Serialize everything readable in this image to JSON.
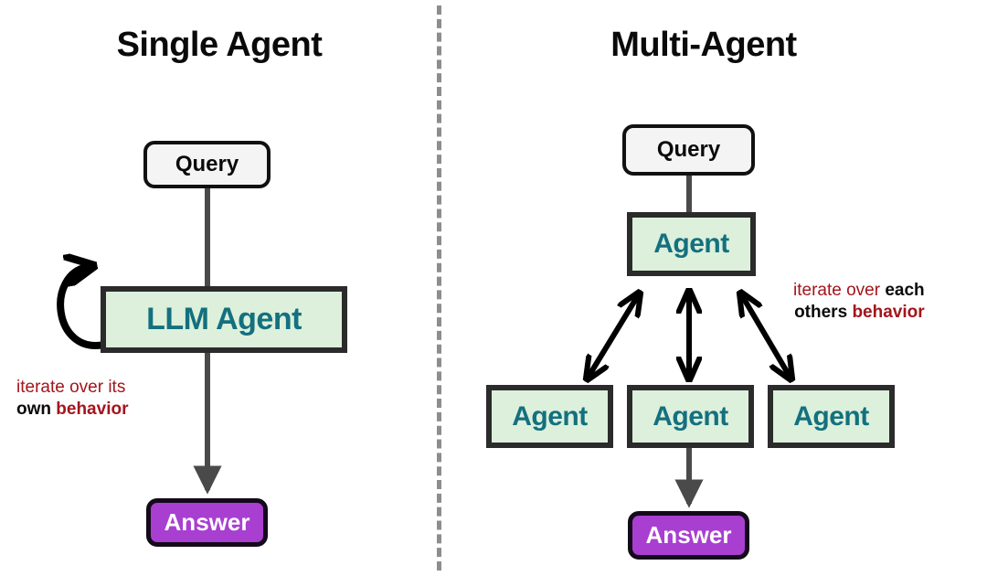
{
  "panels": {
    "single": {
      "title": "Single Agent",
      "query_label": "Query",
      "agent_label": "LLM Agent",
      "answer_label": "Answer",
      "annotation": {
        "line1": "iterate over its",
        "line2_bold_black": "own",
        "line2_bold_red": "behavior"
      }
    },
    "multi": {
      "title": "Multi-Agent",
      "query_label": "Query",
      "agent_top_label": "Agent",
      "agent_labels": [
        "Agent",
        "Agent",
        "Agent"
      ],
      "answer_label": "Answer",
      "annotation": {
        "line1_red": "iterate over ",
        "line1_bold_black": "each",
        "line2_bold_black": "others ",
        "line2_bold_red": "behavior"
      }
    }
  },
  "colors": {
    "agent_fill": "#dcf0dc",
    "agent_text": "#14707e",
    "agent_border": "#2b2b2b",
    "query_fill": "#f4f4f4",
    "query_border": "#111111",
    "answer_fill": "#a83fd1",
    "answer_text": "#ffffff",
    "annotation_red": "#a3151c",
    "connector": "#4a4a4a",
    "arrow_black": "#000000",
    "divider": "#8d8d8d",
    "background": "#ffffff"
  },
  "icons": {
    "self_loop": "circular-arrow-icon",
    "down_arrow": "down-arrow-icon",
    "bidirectional_arrow": "double-headed-arrow-icon",
    "divider": "vertical-dashed-divider-icon"
  }
}
